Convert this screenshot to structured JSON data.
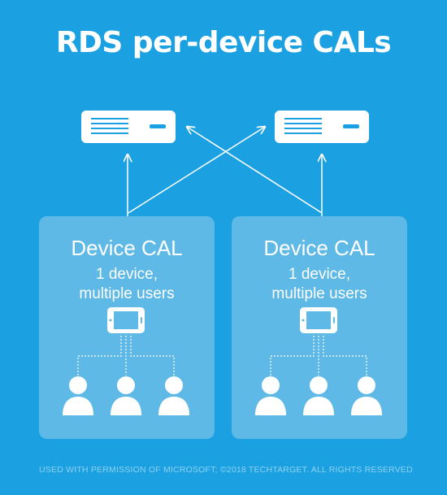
{
  "title": "RDS per-device CALs",
  "cards": [
    {
      "title": "Device CAL",
      "line1": "1 device,",
      "line2": "multiple users"
    },
    {
      "title": "Device CAL",
      "line1": "1 device,",
      "line2": "multiple users"
    }
  ],
  "footer": "USED WITH PERMISSION OF MICROSOFT; ©2018 TECHTARGET. ALL RIGHTS RESERVED",
  "colors": {
    "background": "#1ba1e2",
    "card": "#5fb9e6",
    "icon": "#ffffff"
  },
  "icons": [
    "server-icon",
    "tablet-icon",
    "user-icon"
  ]
}
